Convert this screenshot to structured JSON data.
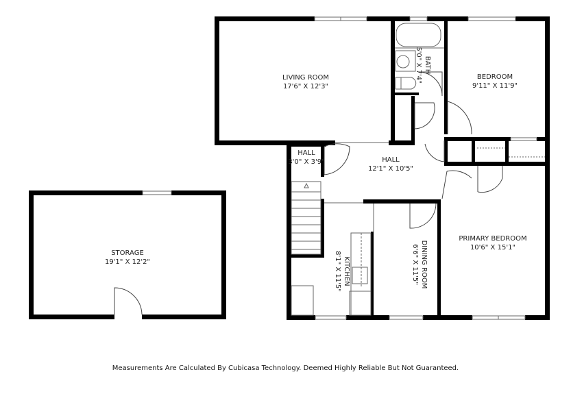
{
  "rooms": [
    {
      "name": "LIVING ROOM",
      "size": "17'6\" X 12'3\""
    },
    {
      "name": "BATH",
      "size": "5'0\" X 7'4\""
    },
    {
      "name": "BEDROOM",
      "size": "9'11\" X 11'9\""
    },
    {
      "name": "HALL",
      "size": "3'0\" X 3'9\""
    },
    {
      "name": "HALL",
      "size": "12'1\" X 10'5\""
    },
    {
      "name": "KITCHEN",
      "size": "8'1\" X 11'5\""
    },
    {
      "name": "DINING ROOM",
      "size": "6'6\" X 11'5\""
    },
    {
      "name": "PRIMARY BEDROOM",
      "size": "10'6\" X 15'1\""
    },
    {
      "name": "STORAGE",
      "size": "19'1\" X 12'2\""
    }
  ],
  "footer": "Measurements Are Calculated By Cubicasa Technology. Deemed Highly Reliable But Not Guaranteed.",
  "colors": {
    "wall": "#000000",
    "fixture": "#555555"
  }
}
